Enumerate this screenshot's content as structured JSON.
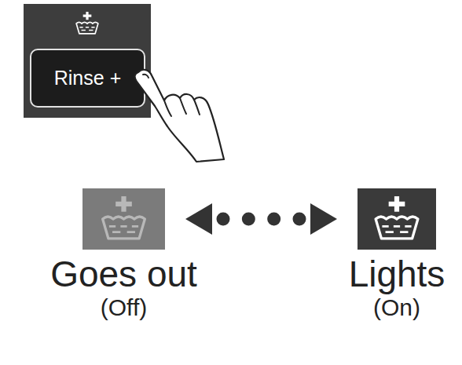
{
  "diagram": {
    "nodes": [
      {
        "text": [
          "Rinse +"
        ]
      },
      {
        "text": [
          "Goes out",
          "(Off)"
        ]
      },
      {
        "text": [
          "Lights",
          "(On)"
        ]
      }
    ],
    "edges": [
      {
        "from": 1,
        "to": 2,
        "arrow": "both"
      }
    ]
  }
}
